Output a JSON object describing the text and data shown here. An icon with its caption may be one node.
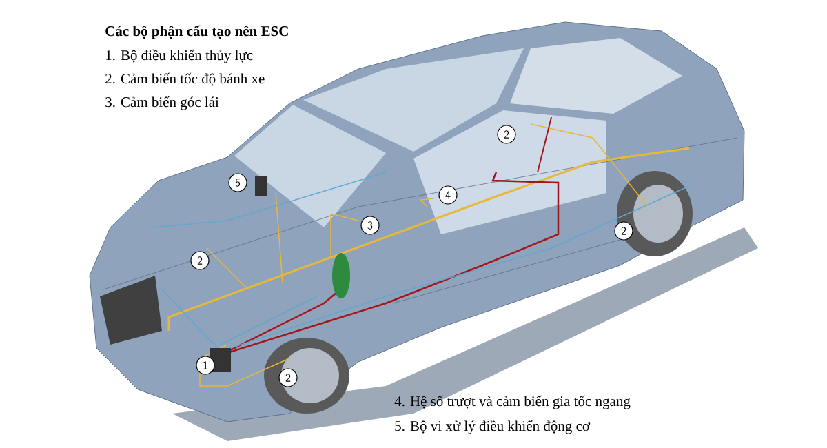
{
  "diagram": {
    "title": "Các bộ phận cấu tạo nên ESC",
    "labels": [
      "1. Bộ điều khiển thủy lực",
      "2. Cảm biến tốc độ bánh xe",
      "3. Cảm biến góc lái",
      "2",
      "5",
      "4",
      "3",
      "2",
      "2",
      "1",
      "2",
      "4. Hệ số trượt và cảm biến gia tốc ngang",
      "5. Bộ vi xử lý điều khiển động cơ"
    ]
  }
}
